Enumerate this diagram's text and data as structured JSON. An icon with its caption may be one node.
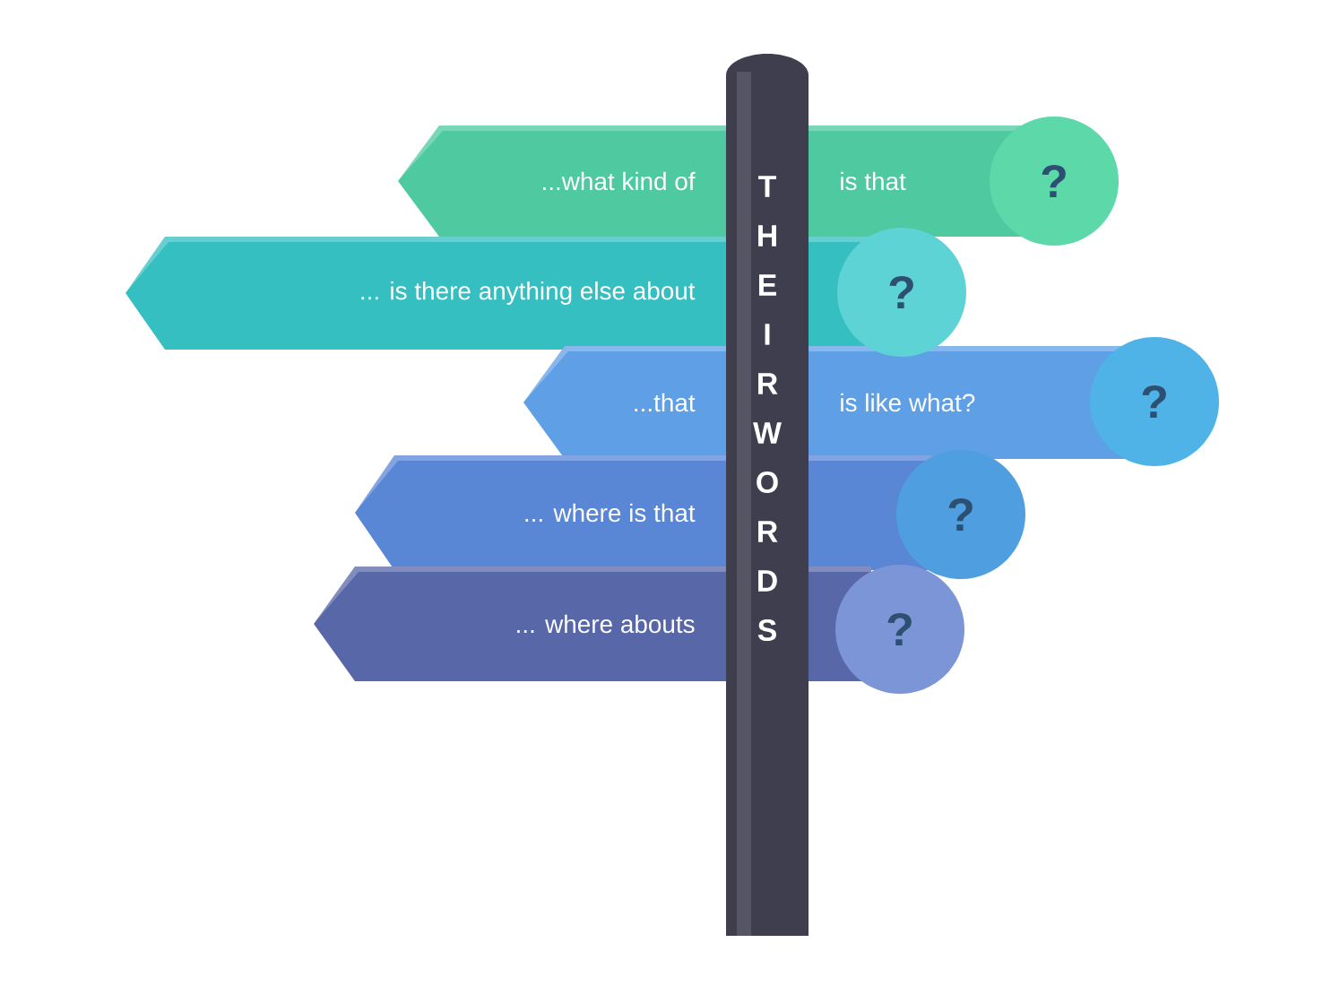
{
  "diagram": {
    "nodes": [
      {
        "text": [
          "...what kind of",
          "is that"
        ]
      },
      {
        "text": [
          "?"
        ]
      },
      {
        "text": [
          "... is there anything else about"
        ]
      },
      {
        "text": [
          "?"
        ]
      },
      {
        "text": [
          "...that",
          "is like what?"
        ]
      },
      {
        "text": [
          "?"
        ]
      },
      {
        "text": [
          "... where is that"
        ]
      },
      {
        "text": [
          "?"
        ]
      },
      {
        "text": [
          "... where abouts"
        ]
      },
      {
        "text": [
          "?"
        ]
      },
      {
        "text": [
          "T",
          "H",
          "E",
          "I",
          "R",
          "W",
          "O",
          "R",
          "D",
          "S"
        ]
      }
    ]
  }
}
